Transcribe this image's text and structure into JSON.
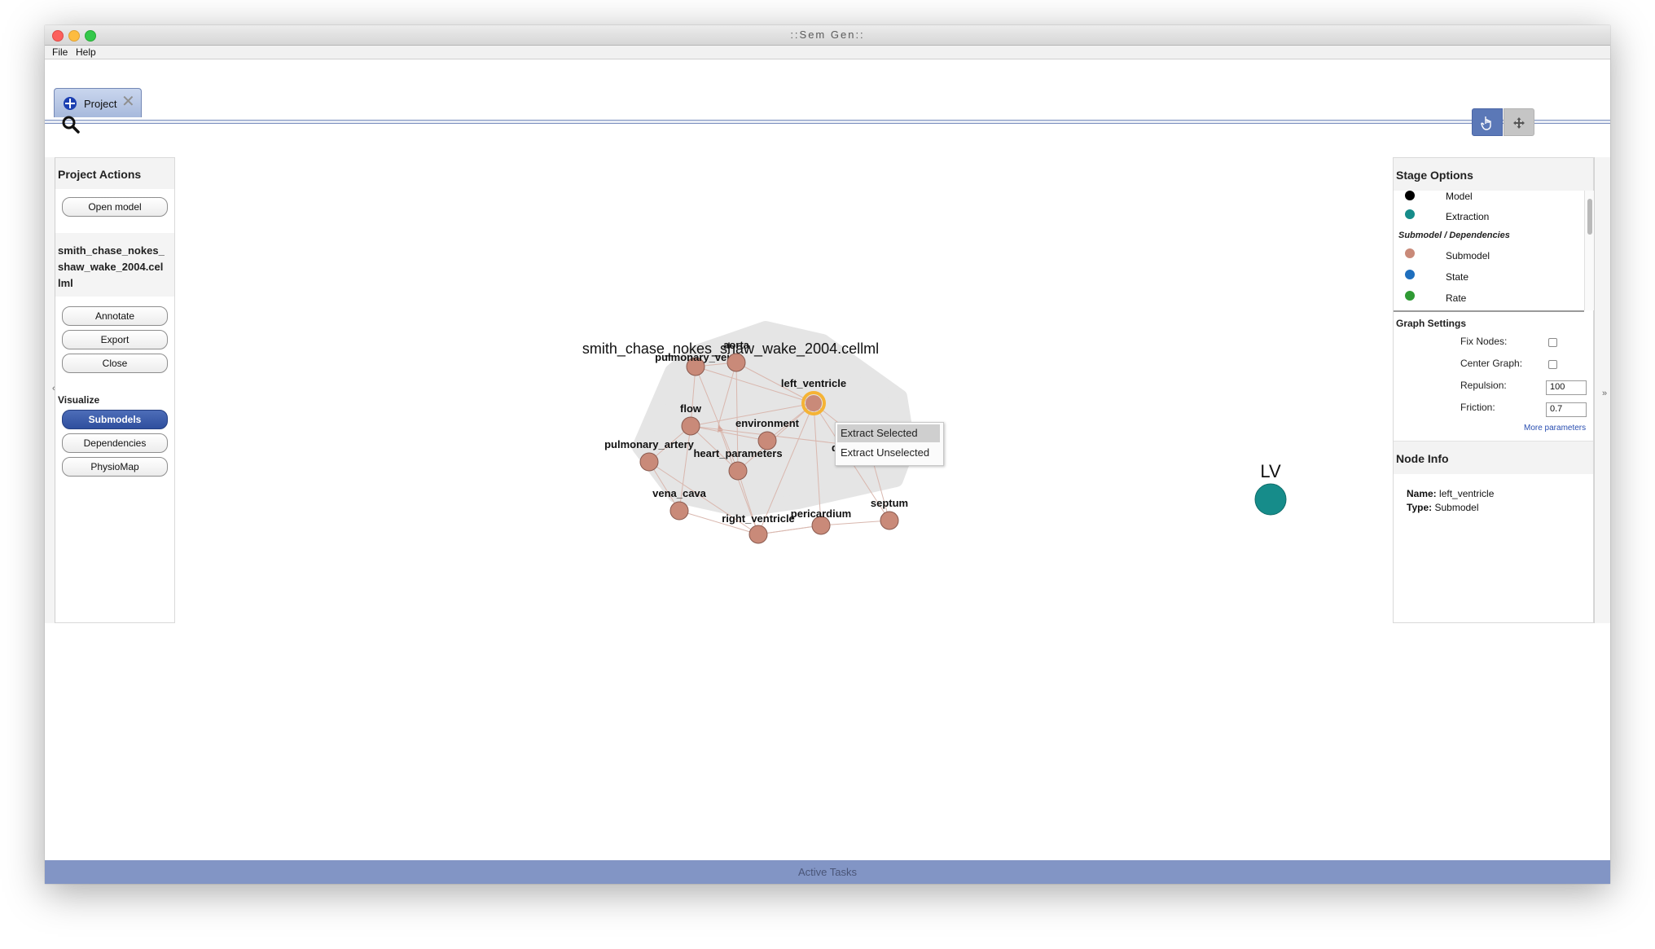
{
  "window": {
    "title": "::Sem Gen::"
  },
  "menu": [
    "File",
    "Help"
  ],
  "tabs": [
    {
      "label": "Project"
    }
  ],
  "toolbar": {
    "select_mode": "select",
    "pan_mode": "pan"
  },
  "left_panel": {
    "title": "Project Actions",
    "open_model": "Open model",
    "model_name": "smith_chase_nokes_shaw_wake_2004.cellml",
    "actions": [
      "Annotate",
      "Export",
      "Close"
    ],
    "visualize_label": "Visualize",
    "visualize": [
      "Submodels",
      "Dependencies",
      "PhysioMap"
    ],
    "active_visualize": "Submodels"
  },
  "graph": {
    "model_label": "smith_chase_nokes_shaw_wake_2004.cellml",
    "nodes": [
      "pulmonary_vein",
      "aorta",
      "left_ventricle",
      "flow",
      "environment",
      "pulmonary_artery",
      "heart_parameters",
      "dr",
      "vena_cava",
      "right_ventricle",
      "pericardium",
      "septum"
    ],
    "selected_node": "left_ventricle",
    "extraction_label": "LV",
    "colors": {
      "submodel": "#c98a79",
      "extraction": "#168c8a",
      "hull": "#e5e5e5",
      "selected_ring": "#f5b335"
    }
  },
  "context_menu": [
    "Extract Selected",
    "Extract Unselected"
  ],
  "right_panel": {
    "title": "Stage Options",
    "legend": [
      {
        "label": "Model",
        "color": "#000000"
      },
      {
        "label": "Extraction",
        "color": "#168c8a"
      }
    ],
    "legend_section": "Submodel / Dependencies",
    "legend2": [
      {
        "label": "Submodel",
        "color": "#c98a79"
      },
      {
        "label": "State",
        "color": "#1f6fbd"
      },
      {
        "label": "Rate",
        "color": "#2f9a34"
      }
    ],
    "graph_settings": {
      "title": "Graph Settings",
      "fix_nodes": "Fix Nodes:",
      "center_graph": "Center Graph:",
      "repulsion_label": "Repulsion:",
      "repulsion_value": "100",
      "friction_label": "Friction:",
      "friction_value": "0.7",
      "more_params": "More parameters"
    },
    "node_info": {
      "title": "Node Info",
      "name_label": "Name:",
      "name_value": "left_ventricle",
      "type_label": "Type:",
      "type_value": "Submodel"
    }
  },
  "status": {
    "active_tasks": "Active Tasks"
  }
}
